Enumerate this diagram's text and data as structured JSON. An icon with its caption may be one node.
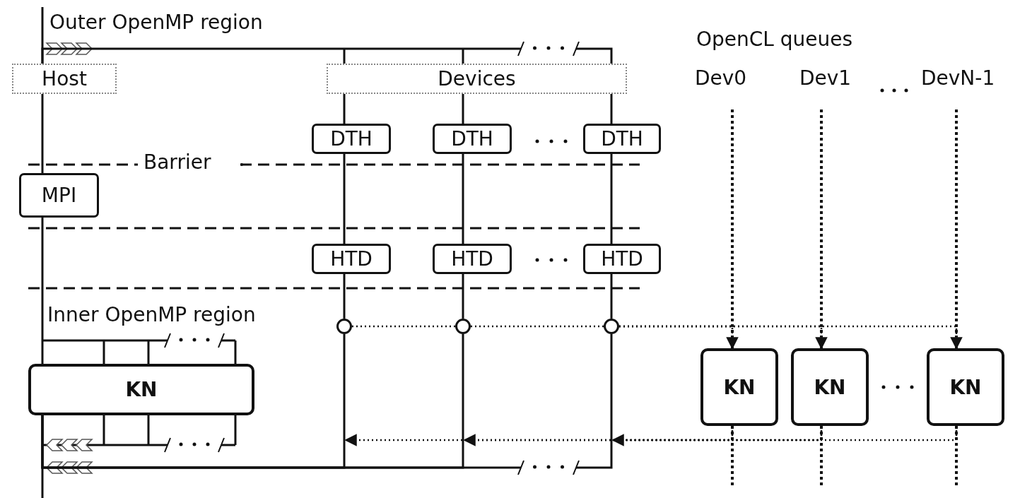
{
  "diagram": {
    "nodes": [
      {
        "text": [
          "Host"
        ]
      },
      {
        "text": [
          "Devices"
        ]
      },
      {
        "text": [
          "DTH"
        ]
      },
      {
        "text": [
          "DTH"
        ]
      },
      {
        "text": [
          "DTH"
        ]
      },
      {
        "text": [
          "MPI"
        ]
      },
      {
        "text": [
          "HTD"
        ]
      },
      {
        "text": [
          "HTD"
        ]
      },
      {
        "text": [
          "HTD"
        ]
      },
      {
        "text": [
          "KN"
        ]
      },
      {
        "text": [],
        "shape": "circle"
      },
      {
        "text": [],
        "shape": "circle"
      },
      {
        "text": [],
        "shape": "circle"
      },
      {
        "text": [
          "KN"
        ]
      },
      {
        "text": [
          "KN"
        ]
      },
      {
        "text": [
          "KN"
        ]
      }
    ],
    "edges": [
      {
        "from": 0,
        "to": 5,
        "arrow": "none"
      },
      {
        "from": 5,
        "to": 9,
        "arrow": "none"
      },
      {
        "from": 1,
        "to": 2,
        "arrow": "none"
      },
      {
        "from": 1,
        "to": 3,
        "arrow": "none"
      },
      {
        "from": 1,
        "to": 4,
        "arrow": "none"
      },
      {
        "from": 2,
        "to": 6,
        "arrow": "none"
      },
      {
        "from": 3,
        "to": 7,
        "arrow": "none"
      },
      {
        "from": 4,
        "to": 8,
        "arrow": "none"
      },
      {
        "from": 6,
        "to": 10,
        "arrow": "none"
      },
      {
        "from": 7,
        "to": 11,
        "arrow": "none"
      },
      {
        "from": 8,
        "to": 12,
        "arrow": "none"
      },
      {
        "from": 10,
        "to": 11,
        "arrow": "none",
        "style": "dashed"
      },
      {
        "from": 11,
        "to": 12,
        "arrow": "none",
        "style": "dashed"
      },
      {
        "from": 12,
        "to": 13,
        "arrow": "to",
        "style": "dashed"
      },
      {
        "from": 12,
        "to": 14,
        "arrow": "to",
        "style": "dashed"
      },
      {
        "from": 12,
        "to": 15,
        "arrow": "to",
        "style": "dashed"
      },
      {
        "from": 13,
        "to": null,
        "arrow": "to",
        "style": "dashed"
      },
      {
        "from": 14,
        "to": null,
        "arrow": "to",
        "style": "dashed"
      },
      {
        "from": 15,
        "to": null,
        "arrow": "to",
        "style": "dashed"
      },
      {
        "from": 0,
        "to": 1,
        "arrow": "none"
      },
      {
        "from": 12,
        "to": 9,
        "arrow": "none"
      },
      {
        "from": 10,
        "to": 9,
        "arrow": "none"
      },
      {
        "from": 11,
        "to": 9,
        "arrow": "none"
      }
    ],
    "labels": [
      "Outer OpenMP region",
      "OpenCL queues",
      "Dev0",
      "Dev1",
      "DevN-1",
      "Barrier",
      "Inner OpenMP region"
    ]
  }
}
